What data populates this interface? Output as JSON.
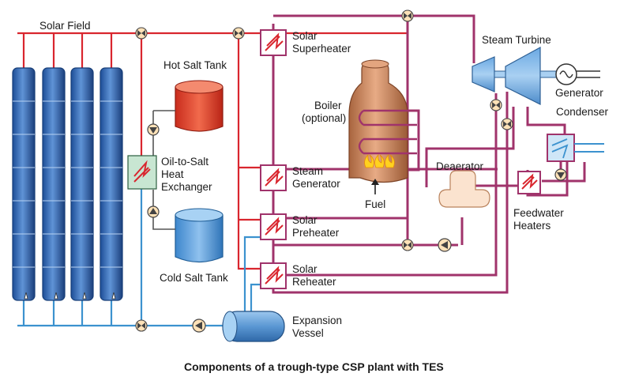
{
  "colors": {
    "hot_oil_pipe": "#d9262e",
    "cold_oil_pipe": "#3c92cf",
    "steam_water_pipe": "#a0336b",
    "hot_salt": "#e8452f",
    "cold_salt": "#5aa0dc",
    "boiler": "#c9835a",
    "heat_exchanger": "#c8e6d2",
    "valve": "#ffe2b8",
    "collector": "#3d6fb5"
  },
  "labels": {
    "solar_field": "Solar Field",
    "hot_salt_tank": "Hot Salt Tank",
    "cold_salt_tank": "Cold Salt Tank",
    "oil_to_salt_hx": [
      "Oil-to-Salt",
      "Heat",
      "Exchanger"
    ],
    "solar_superheater": [
      "Solar",
      "Superheater"
    ],
    "steam_generator": [
      "Steam",
      "Generator"
    ],
    "solar_preheater": [
      "Solar",
      "Preheater"
    ],
    "solar_reheater": [
      "Solar",
      "Reheater"
    ],
    "boiler": [
      "Boiler",
      "(optional)"
    ],
    "fuel": "Fuel",
    "steam_turbine": "Steam Turbine",
    "generator": "Generator",
    "condenser": "Condenser",
    "deaerator": "Deaerator",
    "feedwater_heaters": [
      "Feedwater",
      "Heaters"
    ],
    "expansion_vessel": [
      "Expansion",
      "Vessel"
    ]
  },
  "caption": "Components of a trough-type CSP plant with TES",
  "icons": {
    "valve": "bowtie-valve-icon",
    "pump": "pump-icon",
    "generator": "sine-wave-icon",
    "flame": "flame-icon"
  }
}
